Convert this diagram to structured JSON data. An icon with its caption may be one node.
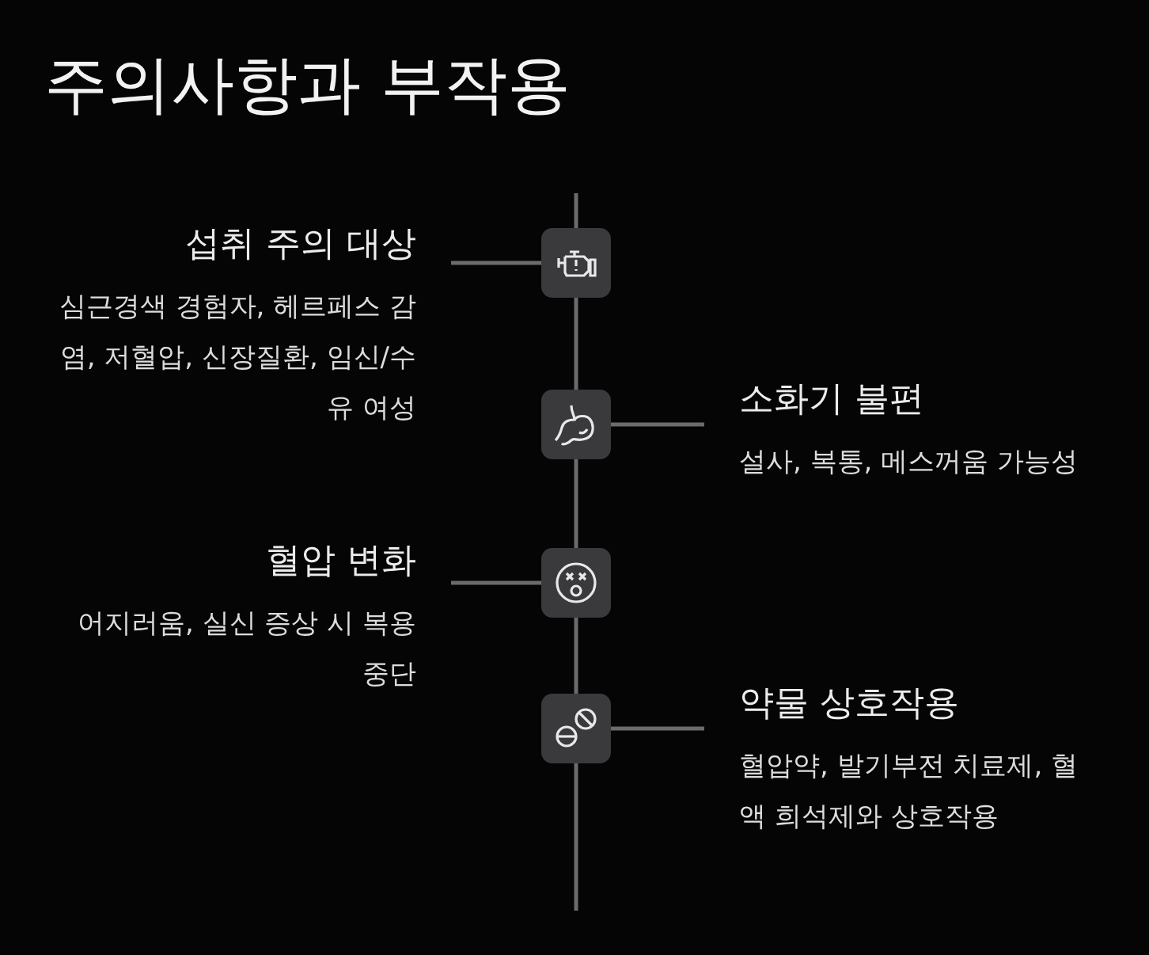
{
  "diagram": {
    "title": "주의사항과 부작용",
    "nodes": [
      {
        "text": [
          "섭취 주의 대상",
          "심근경색 경험자, 헤르페스 감염, 저혈압, 신장질환, 임신/수유 여성"
        ]
      },
      {
        "text": [],
        "shape": "box"
      },
      {
        "text": [],
        "shape": "box"
      },
      {
        "text": [
          "소화기 불편",
          "설사, 복통, 메스꺼움 가능성"
        ]
      },
      {
        "text": [
          "혈압 변화",
          "어지러움, 실신 증상 시 복용 중단"
        ]
      },
      {
        "text": [],
        "shape": "box"
      },
      {
        "text": [],
        "shape": "box"
      },
      {
        "text": [
          "약물 상호작용",
          "혈압약, 발기부전 치료제, 혈액 희석제와 상호작용"
        ]
      }
    ],
    "edges": [
      {
        "from": 0,
        "to": 1,
        "arrow": "none"
      },
      {
        "from": 1,
        "to": 2,
        "arrow": "none"
      },
      {
        "from": 2,
        "to": 3,
        "arrow": "none"
      },
      {
        "from": 2,
        "to": 5,
        "arrow": "none"
      },
      {
        "from": 4,
        "to": 5,
        "arrow": "none"
      },
      {
        "from": 5,
        "to": 6,
        "arrow": "none"
      },
      {
        "from": 6,
        "to": 7,
        "arrow": "none"
      }
    ]
  }
}
